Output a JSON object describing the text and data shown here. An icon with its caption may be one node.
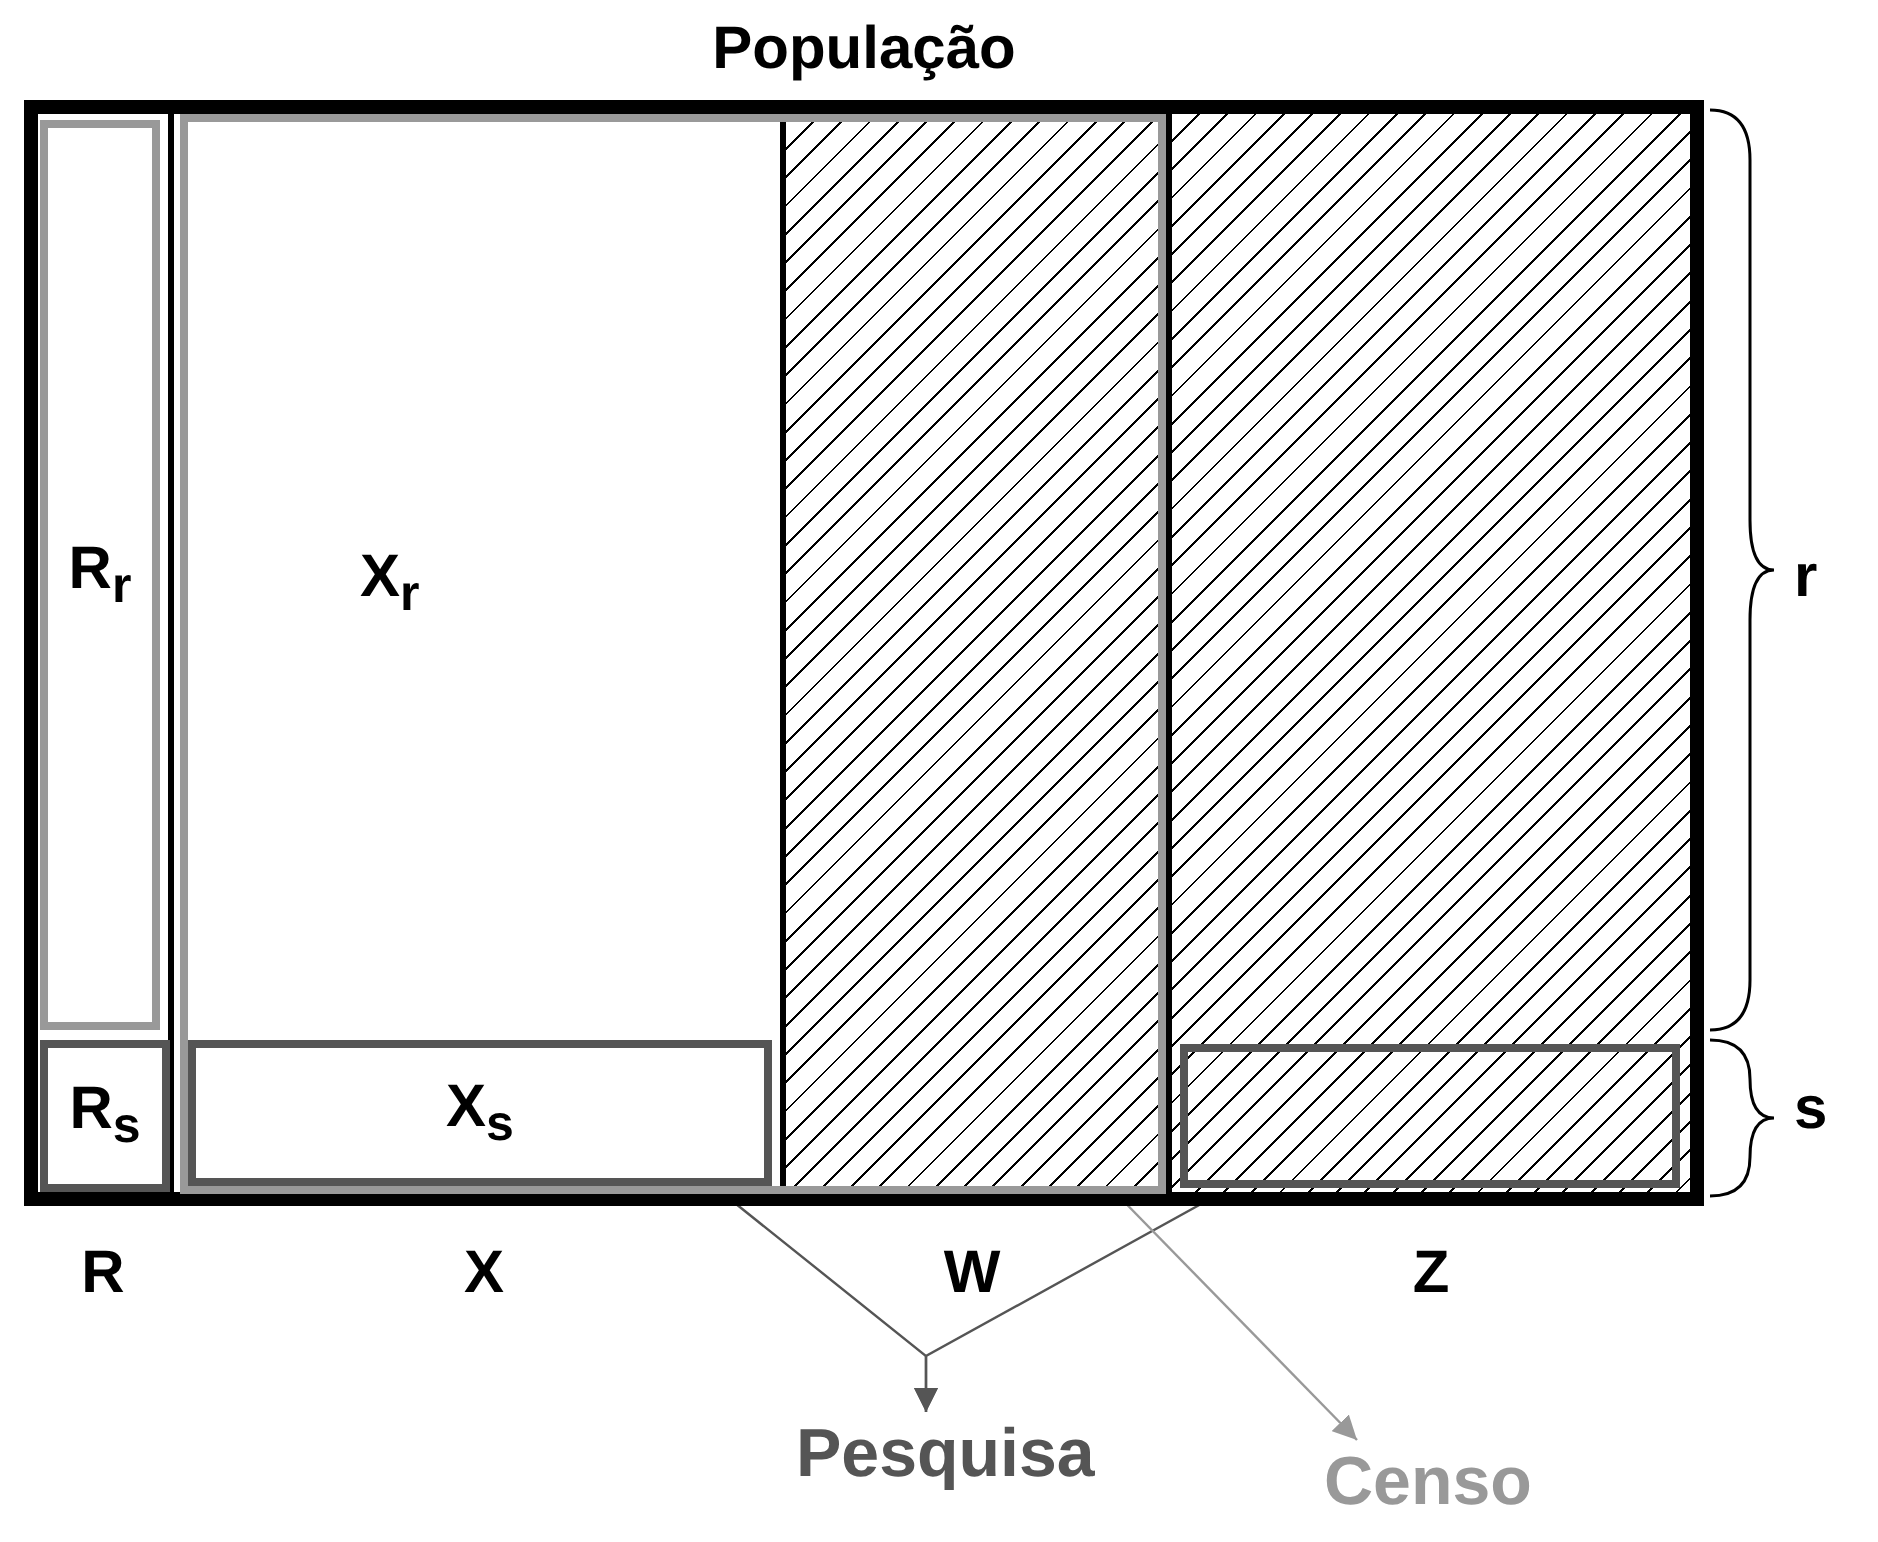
{
  "diagram": {
    "nodes": [
      {
        "text": [
          "População"
        ]
      },
      {
        "text": [
          "R"
        ],
        "in": 0
      },
      {
        "text": [],
        "shape": "box",
        "in": 0
      },
      {
        "text": [
          "X"
        ],
        "in": 2
      },
      {
        "text": [
          "W"
        ],
        "in": 2
      },
      {
        "text": [
          "Z"
        ],
        "in": 0
      },
      {
        "text": [
          "R$_{r}$"
        ],
        "in": 1
      },
      {
        "text": [
          "R$_{s}$"
        ],
        "in": 1
      },
      {
        "text": [
          "X$_{s}$"
        ],
        "in": 3
      },
      {
        "text": [],
        "shape": "box",
        "in": 5
      },
      {
        "text": [
          "Pesquisa"
        ]
      },
      {
        "text": [
          "Censo"
        ]
      }
    ],
    "edges": [
      {
        "from": 8,
        "to": 10,
        "arrow": "to"
      },
      {
        "from": 9,
        "to": 10,
        "arrow": "to"
      },
      {
        "from": 2,
        "to": 11,
        "arrow": "to",
        "color": "#999999"
      }
    ],
    "labels": [
      "X$_{r}$",
      "r",
      "s"
    ]
  }
}
